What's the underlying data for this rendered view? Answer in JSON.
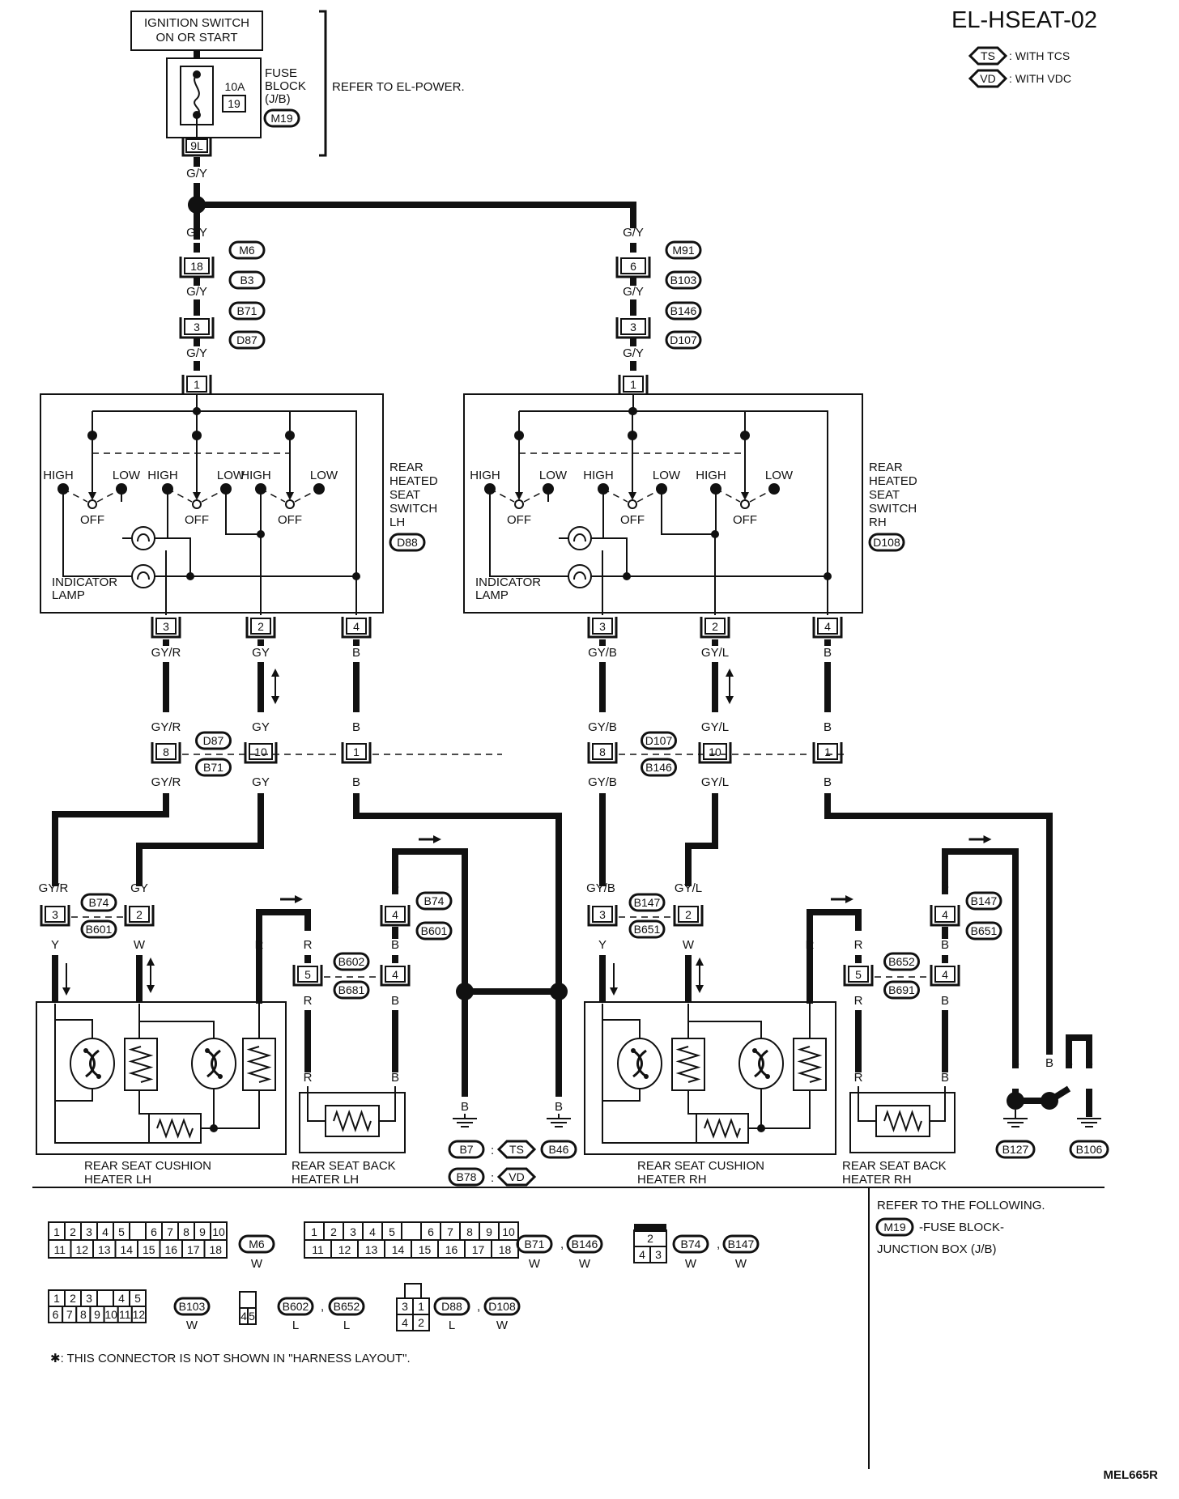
{
  "diagram_id": "EL-HSEAT-02",
  "image_code": "MEL665R",
  "legend": [
    {
      "code": "TS",
      "text": ": WITH TCS"
    },
    {
      "code": "VD",
      "text": ": WITH VDC"
    }
  ],
  "power": {
    "switch_line1": "IGNITION SWITCH",
    "switch_line2": "ON OR START",
    "fuse_label_lines": [
      "FUSE",
      "BLOCK",
      "(J/B)"
    ],
    "fuse_amps": "10A",
    "fuse_num": "19",
    "fuse_connector": "M19",
    "fuse_terminal": "9L",
    "refer": "REFER TO EL-POWER."
  },
  "wire_colors": {
    "gy_main": "G/Y",
    "gyr": "GY/R",
    "gy": "GY",
    "gyb": "GY/B",
    "gyl": "GY/L",
    "b": "B",
    "y": "Y",
    "w": "W",
    "r": "R"
  },
  "left": {
    "conn1": {
      "pin": "18",
      "top": "M6",
      "bottom": "B3"
    },
    "conn2": {
      "pin": "3",
      "top": "B71",
      "bottom": "D87"
    },
    "switch_pin_top": "1",
    "switch_name_lines": [
      "REAR",
      "HEATED",
      "SEAT",
      "SWITCH",
      "LH"
    ],
    "switch_connector": "D88",
    "switch_pins": [
      "3",
      "2",
      "4"
    ],
    "mid_conn": {
      "pins": [
        "8",
        "10",
        "1"
      ],
      "top": "D87",
      "bottom": "B71"
    },
    "seat_conn": {
      "pins": [
        "3",
        "2"
      ],
      "top": "B74",
      "bottom": "B601"
    },
    "back_conn_a": {
      "pin": "4",
      "top": "B74",
      "bottom": "B601"
    },
    "back_conn_b": {
      "pins": [
        "5",
        "4"
      ],
      "top": "B602",
      "bottom": "B681"
    },
    "cushion_label_lines": [
      "REAR SEAT CUSHION",
      "HEATER LH"
    ],
    "back_label_lines": [
      "REAR SEAT BACK",
      "HEATER LH"
    ],
    "ground1": "B7",
    "ground1_cond": "TS",
    "ground2": "B78",
    "ground2_cond": "VD",
    "ground3": "B46"
  },
  "right": {
    "conn1": {
      "pin": "6",
      "top": "M91",
      "bottom": "B103"
    },
    "conn2": {
      "pin": "3",
      "top": "B146",
      "bottom": "D107"
    },
    "switch_pin_top": "1",
    "switch_name_lines": [
      "REAR",
      "HEATED",
      "SEAT",
      "SWITCH",
      "RH"
    ],
    "switch_connector": "D108",
    "switch_pins": [
      "3",
      "2",
      "4"
    ],
    "mid_conn": {
      "pins": [
        "8",
        "10",
        "1"
      ],
      "top": "D107",
      "bottom": "B146"
    },
    "seat_conn": {
      "pins": [
        "3",
        "2"
      ],
      "top": "B147",
      "bottom": "B651"
    },
    "back_conn_a": {
      "pin": "4",
      "top": "B147",
      "bottom": "B651"
    },
    "back_conn_b": {
      "pins": [
        "5",
        "4"
      ],
      "top": "B652",
      "bottom": "B691"
    },
    "cushion_label_lines": [
      "REAR SEAT CUSHION",
      "HEATER RH"
    ],
    "back_label_lines": [
      "REAR  SEAT BACK",
      "HEATER RH"
    ],
    "ground1": "B127",
    "ground2": "B106"
  },
  "switch_labels": {
    "high": "HIGH",
    "low": "LOW",
    "off": "OFF",
    "indicator_lines": [
      "INDICATOR",
      "LAMP"
    ]
  },
  "connector_table": {
    "m6": {
      "row1": [
        "1",
        "2",
        "3",
        "4",
        "5",
        "",
        "6",
        "7",
        "8",
        "9",
        "10"
      ],
      "row2": [
        "11",
        "12",
        "13",
        "14",
        "15",
        "16",
        "17",
        "18"
      ],
      "name": "M6",
      "color": "W"
    },
    "b71": {
      "row1": [
        "1",
        "2",
        "3",
        "4",
        "5",
        "",
        "6",
        "7",
        "8",
        "9",
        "10"
      ],
      "row2": [
        "11",
        "12",
        "13",
        "14",
        "15",
        "16",
        "17",
        "18"
      ],
      "names": [
        "B71",
        "B146"
      ],
      "colors": [
        "W",
        "W"
      ]
    },
    "b74": {
      "row1": [
        "2"
      ],
      "row2": [
        "4",
        "3"
      ],
      "names": [
        "B74",
        "B147"
      ],
      "colors": [
        "W",
        "W"
      ]
    },
    "b103": {
      "row1": [
        "1",
        "2",
        "3",
        "",
        "4",
        "5"
      ],
      "row2": [
        "6",
        "7",
        "8",
        "9",
        "10",
        "11",
        "12"
      ],
      "name": "B103",
      "color": "W"
    },
    "b602": {
      "row1": [
        ""
      ],
      "row2": [
        "4",
        "5"
      ],
      "names": [
        "B602",
        "B652"
      ],
      "colors": [
        "L",
        "L"
      ]
    },
    "d88": {
      "row1": [
        "3",
        "1"
      ],
      "row2": [
        "4",
        "2"
      ],
      "names": [
        "D88",
        "D108"
      ],
      "colors": [
        "L",
        "W"
      ]
    }
  },
  "refer_box_lines": [
    "REFER TO THE FOLLOWING.",
    "-FUSE BLOCK-",
    "JUNCTION BOX (J/B)"
  ],
  "refer_connector": "M19",
  "footnote": "✱: THIS CONNECTOR IS NOT SHOWN IN \"HARNESS LAYOUT\"."
}
